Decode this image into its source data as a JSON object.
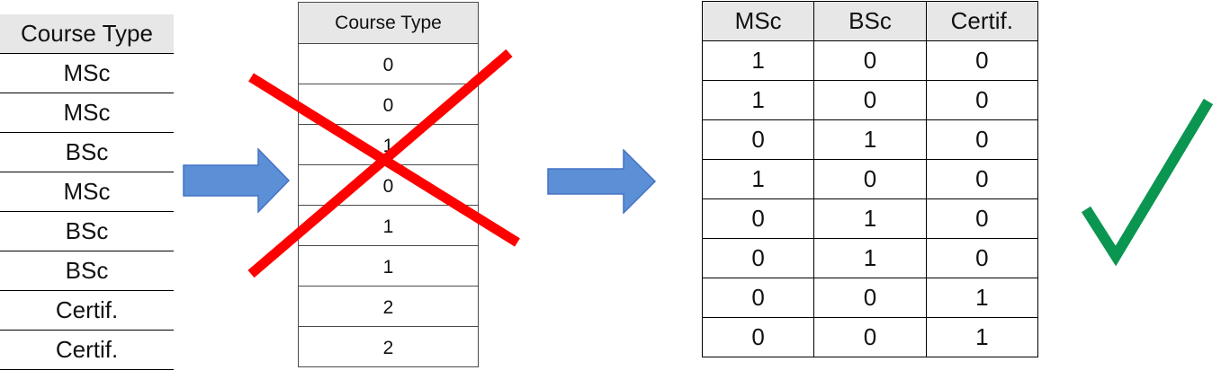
{
  "source_table": {
    "header": "Course Type",
    "rows": [
      "MSc",
      "MSc",
      "BSc",
      "MSc",
      "BSc",
      "BSc",
      "Certif.",
      "Certif."
    ]
  },
  "label_encoded_table": {
    "header": "Course Type",
    "rows": [
      "0",
      "0",
      "1",
      "0",
      "1",
      "1",
      "2",
      "2"
    ],
    "status": "rejected"
  },
  "one_hot_table": {
    "headers": [
      "MSc",
      "BSc",
      "Certif."
    ],
    "rows": [
      [
        "1",
        "0",
        "0"
      ],
      [
        "1",
        "0",
        "0"
      ],
      [
        "0",
        "1",
        "0"
      ],
      [
        "1",
        "0",
        "0"
      ],
      [
        "0",
        "1",
        "0"
      ],
      [
        "0",
        "1",
        "0"
      ],
      [
        "0",
        "0",
        "1"
      ],
      [
        "0",
        "0",
        "1"
      ]
    ],
    "status": "accepted"
  },
  "icons": {
    "arrow": "right-arrow-icon",
    "reject": "red-cross-icon",
    "accept": "green-checkmark-icon"
  },
  "colors": {
    "arrow_fill": "#5b8fd6",
    "arrow_stroke": "#4472c4",
    "cross": "#ff0000",
    "check": "#0a9650",
    "header_bg": "#e7e7e7"
  }
}
